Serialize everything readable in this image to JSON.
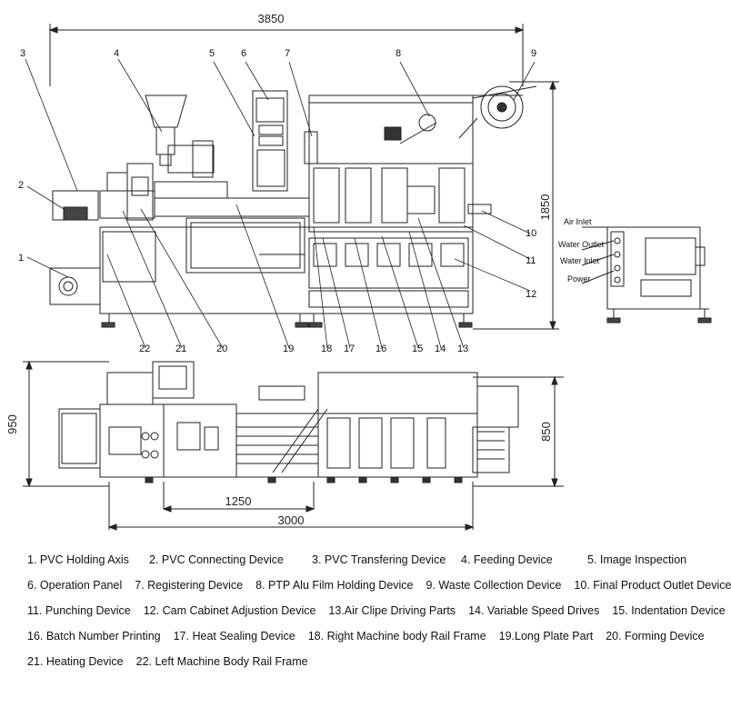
{
  "dimensions": {
    "overall_length_top": "3850",
    "overall_height": "1850",
    "plan_width_left": "950",
    "plan_width_right": "850",
    "plan_span_inner": "1250",
    "plan_span_outer": "3000"
  },
  "callouts": [
    "1",
    "2",
    "3",
    "4",
    "5",
    "6",
    "7",
    "8",
    "9",
    "10",
    "11",
    "12",
    "13",
    "14",
    "15",
    "16",
    "17",
    "18",
    "19",
    "20",
    "21",
    "22"
  ],
  "side_unit_labels": [
    "Air Inlet",
    "Water Outlet",
    "Water Inlet",
    "Power"
  ],
  "legend_rows": [
    [
      "1.  PVC Holding Axis",
      "2.  PVC Connecting Device",
      "3.  PVC Transfering Device",
      "4.  Feeding Device",
      "5.  Image Inspection"
    ],
    [
      "6.  Operation Panel",
      "7.  Registering Device",
      "8.  PTP Alu Film Holding Device",
      "9.  Waste Collection Device",
      "10. Final Product Outlet Device"
    ],
    [
      "11. Punching Device",
      "12. Cam Cabinet  Adjustion Device",
      "13.Air Clipe Driving Parts",
      "14. Variable Speed Drives",
      "15. Indentation Device"
    ],
    [
      "16. Batch Number Printing",
      "17. Heat Sealing Device",
      "18. Right Machine body Rail Frame",
      "19.Long Plate Part",
      "20. Forming Device"
    ],
    [
      "21. Heating Device",
      "22. Left Machine Body Rail Frame"
    ]
  ]
}
